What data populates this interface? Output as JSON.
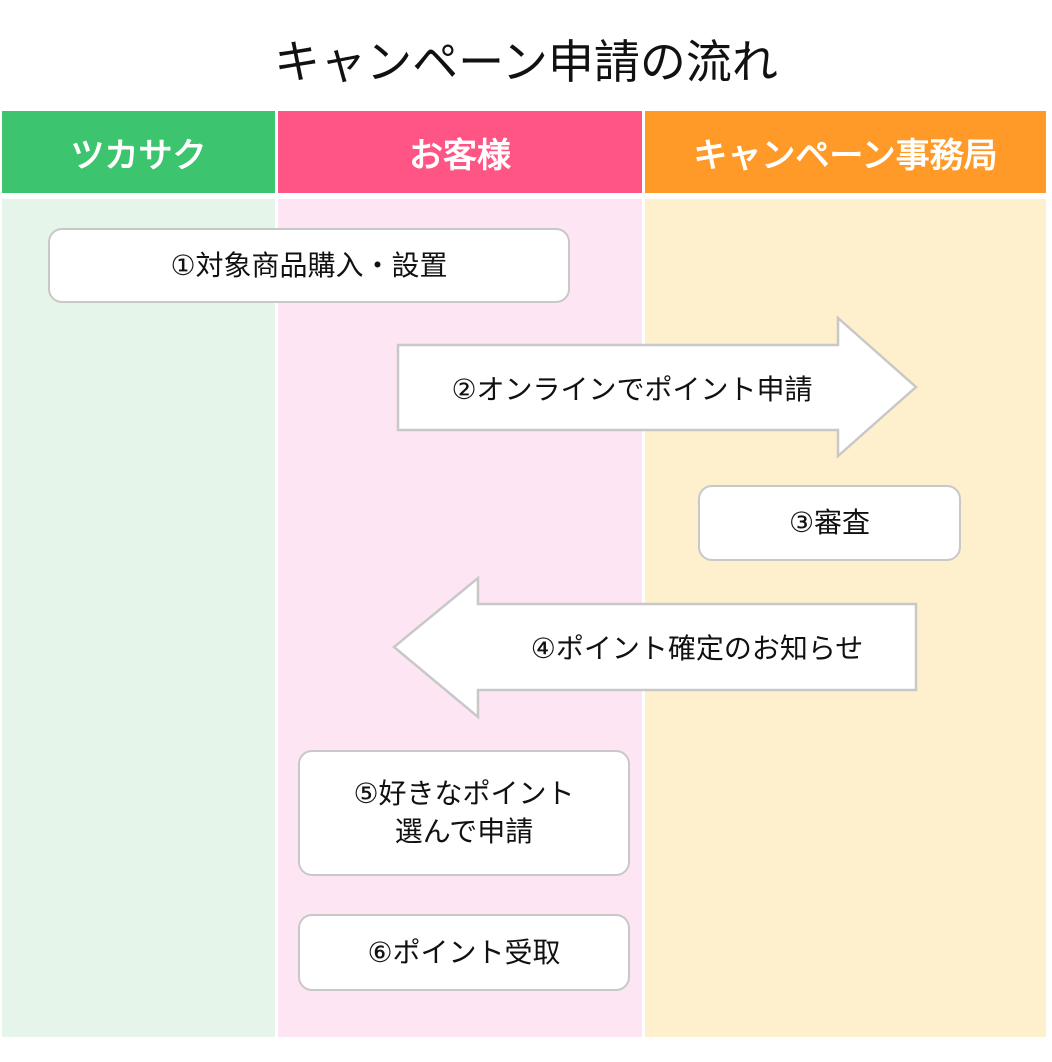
{
  "title": "キャンペーン申請の流れ",
  "lanes": [
    {
      "label": "ツカサク",
      "header_color": "#3cc46e",
      "body_color": "#e5f5ea"
    },
    {
      "label": "お客様",
      "header_color": "#ff5584",
      "body_color": "#fde5f4"
    },
    {
      "label": "キャンペーン事務局",
      "header_color": "#ff9a28",
      "body_color": "#fff0cd"
    }
  ],
  "steps": [
    {
      "label": "①対象商品購入・設置"
    },
    {
      "label": "②オンラインでポイント申請",
      "direction": "right"
    },
    {
      "label": "③審査"
    },
    {
      "label": "④ポイント確定のお知らせ",
      "direction": "left"
    },
    {
      "label": "⑤好きなポイント\n選んで申請"
    },
    {
      "label": "⑥ポイント受取"
    }
  ],
  "colors": {
    "box_border": "#c8c8c8",
    "arrow_border": "#c8c8c8",
    "arrow_fill": "#ffffff"
  }
}
